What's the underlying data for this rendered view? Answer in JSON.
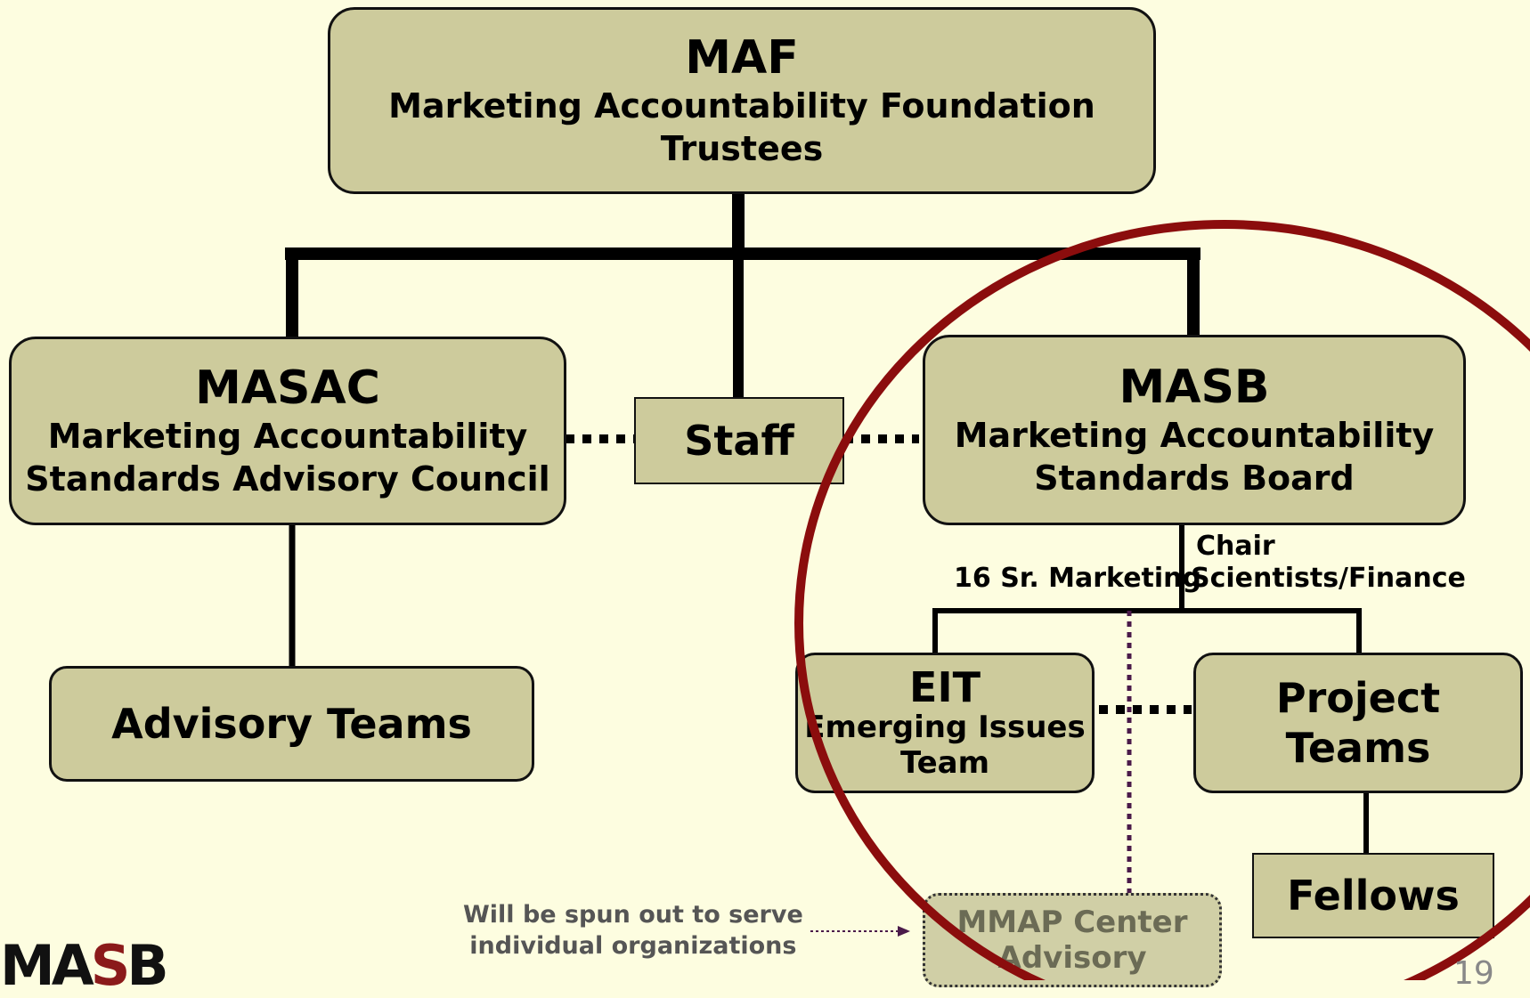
{
  "maf": {
    "acronym": "MAF",
    "line1": "Marketing Accountability Foundation",
    "line2": "Trustees"
  },
  "masac": {
    "acronym": "MASAC",
    "line1": "Marketing Accountability",
    "line2": "Standards Advisory Council"
  },
  "staff": {
    "label": "Staff"
  },
  "masb": {
    "acronym": "MASB",
    "line1": "Marketing Accountability",
    "line2": "Standards Board"
  },
  "advisory_teams": {
    "label": "Advisory Teams"
  },
  "masb_labels": {
    "chair": "Chair",
    "left": "16 Sr. Marketing",
    "right": "Scientists/Finance"
  },
  "eit": {
    "acronym": "EIT",
    "line1": "Emerging Issues",
    "line2": "Team"
  },
  "project_teams": {
    "line1": "Project",
    "line2": "Teams"
  },
  "fellows": {
    "label": "Fellows"
  },
  "mmap": {
    "line1": "MMAP Center",
    "line2": "Advisory"
  },
  "note": {
    "line1": "Will be spun out to serve",
    "line2": "individual organizations"
  },
  "logo": {
    "prefix": "MA",
    "s": "S",
    "suffix": "B"
  },
  "page_number": "19",
  "colors": {
    "background": "#fdfde0",
    "box_fill": "#cdcb9c",
    "circle": "#8b0d0d",
    "dotted_link": "#4a1a4a"
  }
}
